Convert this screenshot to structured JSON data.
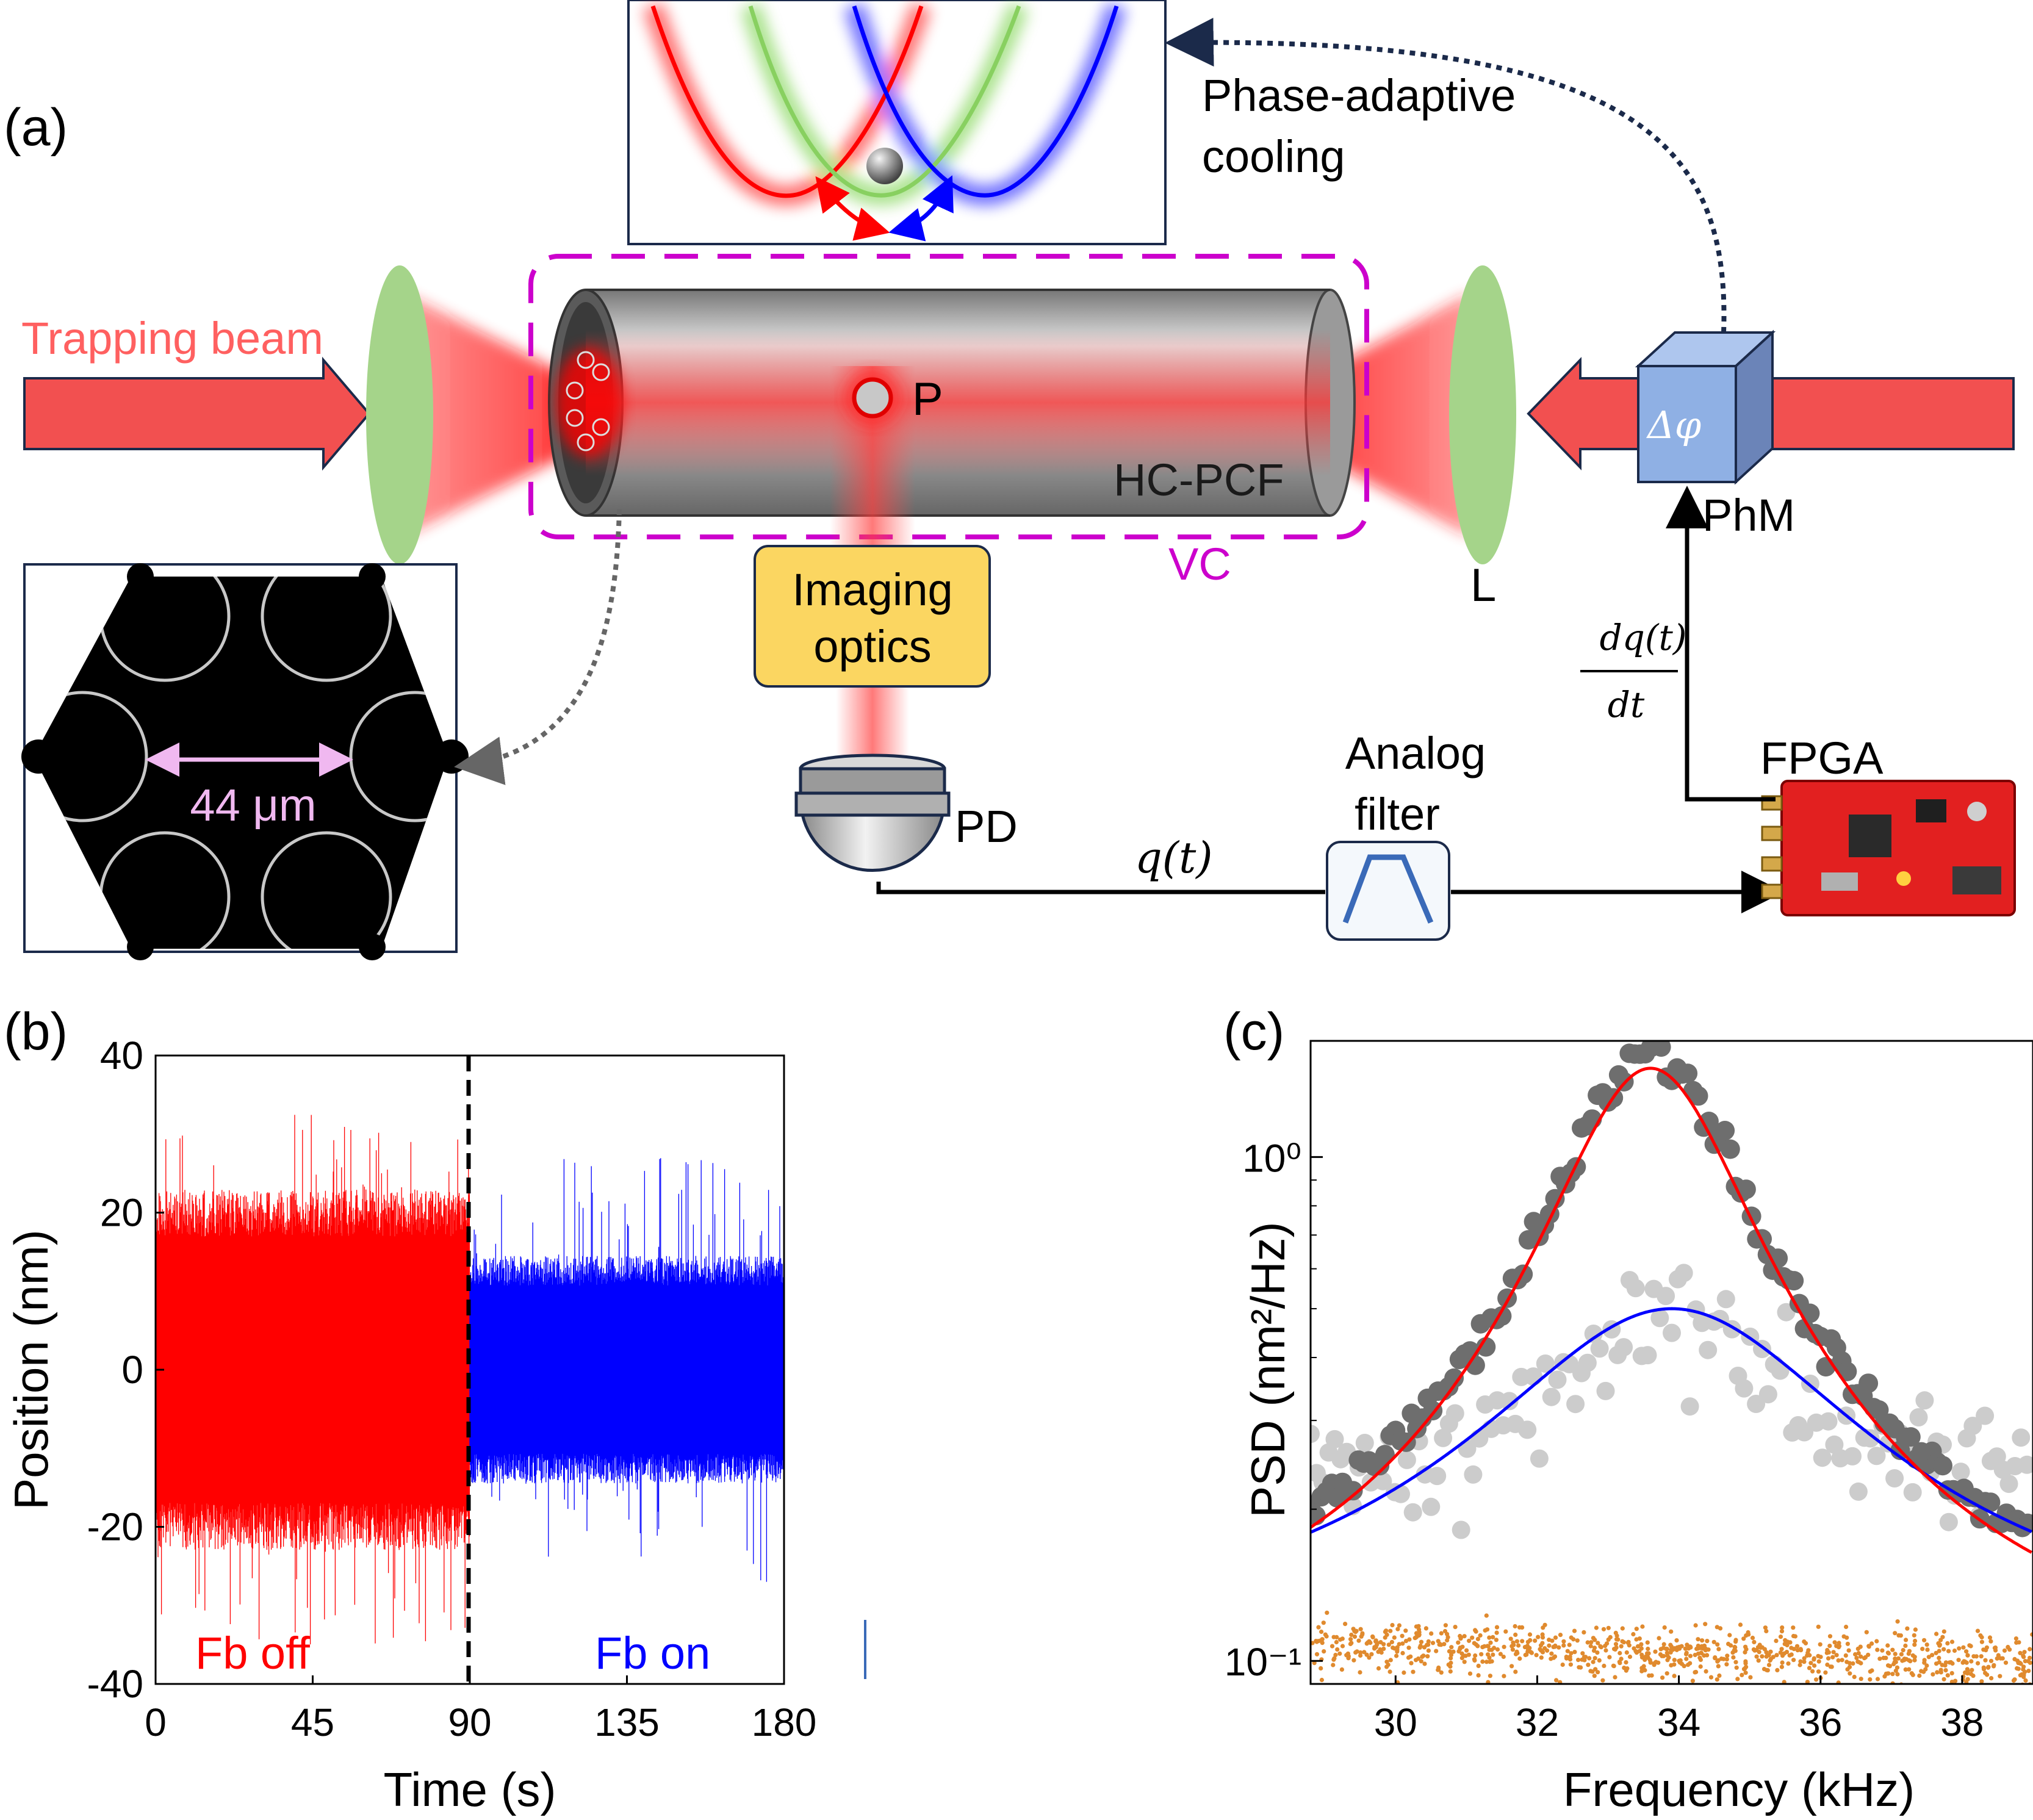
{
  "panel_a": {
    "label": "(a)",
    "trapping_beam": "Trapping beam",
    "phase_adaptive": [
      "Phase-adaptive",
      "cooling"
    ],
    "particle": "P",
    "fiber": "HC-PCF",
    "vacuum_chamber": "VC",
    "lens": "L",
    "modulator_symbol": "Δφ",
    "modulator": "PhM",
    "imaging_optics": [
      "Imaging",
      "optics"
    ],
    "photodiode": "PD",
    "signal": "q(t)",
    "derivative_num": "dq(t)",
    "derivative_den": "dt",
    "filter": [
      "Analog",
      "filter"
    ],
    "fpga": "FPGA",
    "scale_bar": "44 μm"
  },
  "panel_b": {
    "label": "(b)",
    "fb_off": "Fb off",
    "fb_on": "Fb on"
  },
  "panel_c": {
    "label": "(c)"
  },
  "chart_data": [
    {
      "type": "line",
      "xlabel": "Time (s)",
      "ylabel": "Position (nm)",
      "xlim": [
        0,
        180
      ],
      "ylim": [
        -40,
        40
      ],
      "xticks": [
        "0",
        "45",
        "90",
        "135",
        "180"
      ],
      "yticks": [
        "40",
        "20",
        "0",
        "-20",
        "-40"
      ],
      "switch_time": 90,
      "series": [
        {
          "name": "Fb off",
          "color": "#ff0000",
          "t_range": [
            0,
            90
          ],
          "rms": 9.5,
          "peak": 35
        },
        {
          "name": "Fb on",
          "color": "#0000ff",
          "t_range": [
            90,
            180
          ],
          "rms": 6.0,
          "peak": 27
        }
      ]
    },
    {
      "type": "scatter",
      "xlabel": "Frequency (kHz)",
      "ylabel": "PSD (nm²/Hz)",
      "xlim": [
        28.8,
        39
      ],
      "ylim": [
        0.09,
        1.7
      ],
      "yscale": "log",
      "xticks": [
        "30",
        "32",
        "34",
        "36",
        "38"
      ],
      "yticks": [
        "10⁰",
        "10⁻¹"
      ],
      "series": [
        {
          "name": "",
          "color": "#6e6e6e",
          "kind": "points",
          "peak_freq": 33.6,
          "peak_psd": 1.6,
          "baseline_psd": 0.26
        },
        {
          "name": "",
          "color": "#cccccc",
          "kind": "points",
          "peak_freq": 34.0,
          "peak_psd": 0.5,
          "baseline_psd": 0.27
        },
        {
          "name": "",
          "color": "#ff0000",
          "kind": "fit",
          "peak_freq": 33.6,
          "peak_psd": 1.5
        },
        {
          "name": "",
          "color": "#0000ff",
          "kind": "fit",
          "peak_freq": 33.9,
          "peak_psd": 0.5
        },
        {
          "name": "",
          "color": "#e08a2e",
          "kind": "points",
          "level_psd": 0.105
        }
      ]
    }
  ]
}
